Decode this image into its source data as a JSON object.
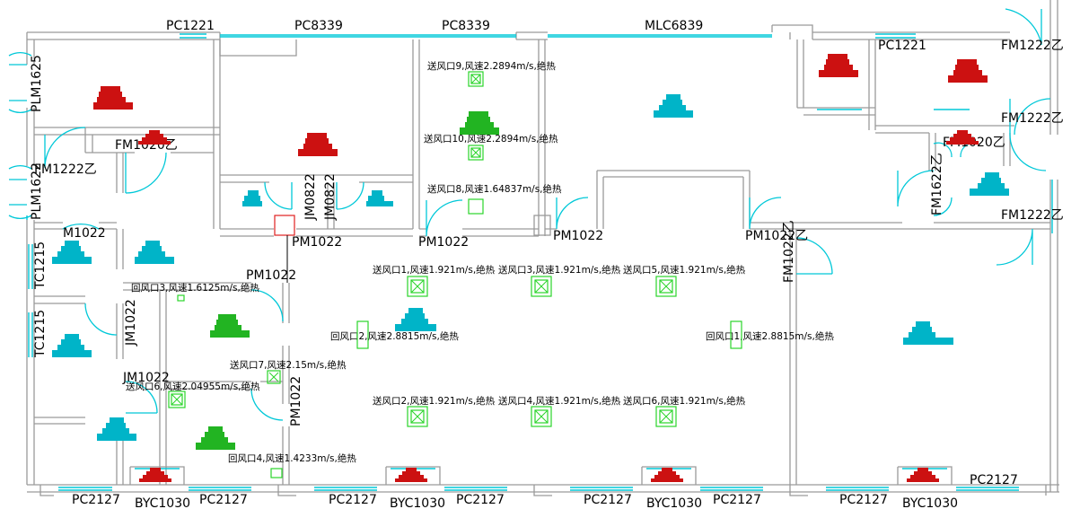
{
  "labels": {
    "pc1221_a": "PC1221",
    "pc8339_a": "PC8339",
    "pc8339_b": "PC8339",
    "mlc6839": "MLC6839",
    "pc1221_b": "PC1221",
    "fm1222_a": "FM1222乙",
    "plm1625": "PLM1625",
    "fm1020_a": "FM1020乙",
    "fm1222_b": "FM1222乙",
    "plm1622": "PLM1622",
    "jm0822_a": "JM0822",
    "jm0822_b": "JM0822",
    "fm1222_c": "FM1222乙",
    "fm1020_b": "FM1020乙",
    "fm1622": "FM1622乙",
    "fm1222_d": "FM1222乙",
    "m1022": "M1022",
    "pm1022_a": "PM1022",
    "pm1022_b": "PM1022",
    "pm1022_c": "PM1022",
    "pm1022_d": "PM1022乙",
    "fm1022": "FM1022乙",
    "tc1215_a": "TC1215",
    "tc1215_b": "TC1215",
    "pm1022_e": "PM1022",
    "jm1022_a": "JM1022",
    "jm1022_b": "JM1022",
    "pm1022_f": "PM1022",
    "pc2127_1": "PC2127",
    "byc1030_1": "BYC1030",
    "pc2127_2": "PC2127",
    "pc2127_3": "PC2127",
    "byc1030_2": "BYC1030",
    "pc2127_4": "PC2127",
    "pc2127_5": "PC2127",
    "byc1030_3": "BYC1030",
    "pc2127_6": "PC2127",
    "pc2127_7": "PC2127",
    "byc1030_4": "BYC1030",
    "pc2127_8": "PC2127"
  },
  "vents": {
    "s9": "送风口9,风速2.2894m/s,绝热",
    "s10": "送风口10,风速2.2894m/s,绝热",
    "s8": "送风口8,风速1.64837m/s,绝热",
    "s1": "送风口1,风速1.921m/s,绝热",
    "s3": "送风口3,风速1.921m/s,绝热",
    "s5": "送风口5,风速1.921m/s,绝热",
    "r3": "回风口3,风速1.6125m/s,绝热",
    "r2": "回风口2,风速2.8815m/s,绝热",
    "r1": "回风口1,风速2.8815m/s,绝热",
    "s7": "送风口7,风速2.15m/s,绝热",
    "s6b": "送风口6,风速2.04955m/s,绝热",
    "s2": "送风口2,风速1.921m/s,绝热",
    "s4": "送风口4,风速1.921m/s,绝热",
    "s6": "送风口6,风速1.921m/s,绝热",
    "r4": "回风口4,风速1.4233m/s,绝热"
  },
  "colors": {
    "wall": "#9a9a9a",
    "window": "#00c8d8",
    "vent": "#2ad42a",
    "radiator": "#cc1111",
    "tag_cyan": "#00b4c8",
    "tag_green": "#22b422",
    "tag_red": "#cc1111"
  },
  "icons": {
    "supply_vent": "square-with-x-icon",
    "return_vent": "hollow-rectangle-icon",
    "radiator": "stepped-radiator-icon",
    "room_tag": "stepped-room-tag-icon"
  }
}
